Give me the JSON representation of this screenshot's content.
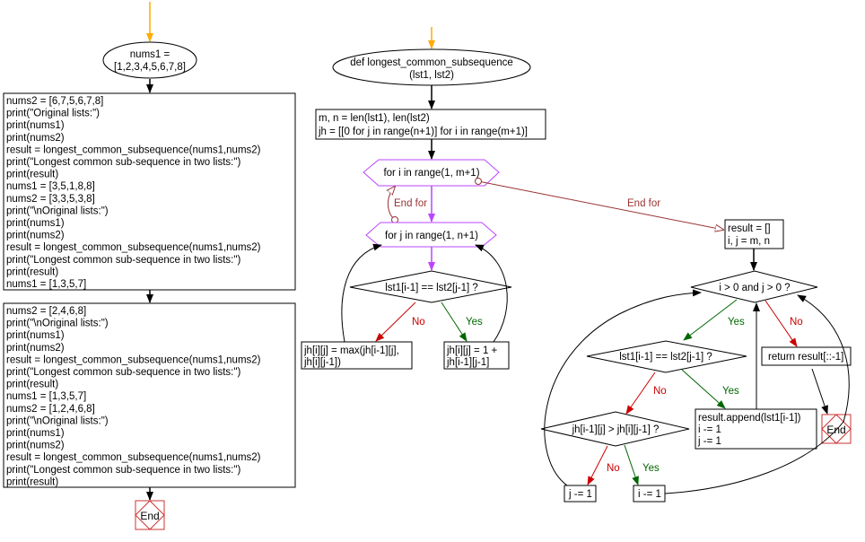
{
  "colors": {
    "start_arrow": "#ffaa00",
    "loop": "#bb44ff",
    "no": "#cc0000",
    "yes": "#006600",
    "end_for": "#993333",
    "end": "#cc3333"
  },
  "main": {
    "start": [
      "nums1 =",
      "[1,2,3,4,5,6,7,8]"
    ],
    "block1": [
      "nums2 =  [6,7,5,6,7,8]",
      "print(\"Original lists:\")",
      "print(nums1)",
      "print(nums2)",
      "result = longest_common_subsequence(nums1,nums2)",
      "print(\"Longest common sub-sequence in two lists:\")",
      "print(result)",
      "nums1 =  [3,5,1,8,8]",
      "nums2 =  [3,3,5,3,8]",
      "print(\"\\nOriginal lists:\")",
      "print(nums1)",
      "print(nums2)",
      "result = longest_common_subsequence(nums1,nums2)",
      "print(\"Longest common sub-sequence in two lists:\")",
      "print(result)",
      "nums1 =  [1,3,5,7]"
    ],
    "block2": [
      "nums2 =  [2,4,6,8]",
      "print(\"\\nOriginal lists:\")",
      "print(nums1)",
      "print(nums2)",
      "result = longest_common_subsequence(nums1,nums2)",
      "print(\"Longest common sub-sequence in two lists:\")",
      "print(result)",
      "nums1 =  [1,3,5,7]",
      "nums2 =  [1,2,4,6,8]",
      "print(\"\\nOriginal lists:\")",
      "print(nums1)",
      "print(nums2)",
      "result = longest_common_subsequence(nums1,nums2)",
      "print(\"Longest common sub-sequence in two lists:\")",
      "print(result)"
    ],
    "end": "End"
  },
  "func": {
    "def": [
      "def longest_common_subsequence",
      "(lst1, lst2)"
    ],
    "init": [
      "m, n = len(lst1), len(lst2)",
      "jh = [[0 for j in range(n+1)] for i in range(m+1)]"
    ],
    "for_i": "for i in range(1, m+1)",
    "for_j": "for j in range(1, n+1)",
    "end_for_inner": "End for",
    "end_for_outer": "End for",
    "cond1": "lst1[i-1] == lst2[j-1] ?",
    "no1": "No",
    "yes1": "Yes",
    "max_box": [
      "jh[i][j] = max(jh[i-1][j],",
      "jh[i][j-1])"
    ],
    "plus_box": [
      "jh[i][j] = 1 +",
      "jh[i-1][j-1]"
    ],
    "result_init": [
      "result = []",
      "i, j = m, n"
    ],
    "while_cond": "i > 0 and j > 0 ?",
    "yes2": "Yes",
    "no2": "No",
    "return_box": "return result[::-1]",
    "cond2": "lst1[i-1] == lst2[j-1] ?",
    "no3": "No",
    "yes3": "Yes",
    "append_box": [
      "result.append(lst1[i-1])",
      "i -= 1",
      "j -= 1"
    ],
    "cond3": "jh[i-1][j] > jh[i][j-1] ?",
    "no4": "No",
    "yes4": "Yes",
    "jdec": "j -= 1",
    "idec": "i -= 1",
    "end": "End"
  }
}
